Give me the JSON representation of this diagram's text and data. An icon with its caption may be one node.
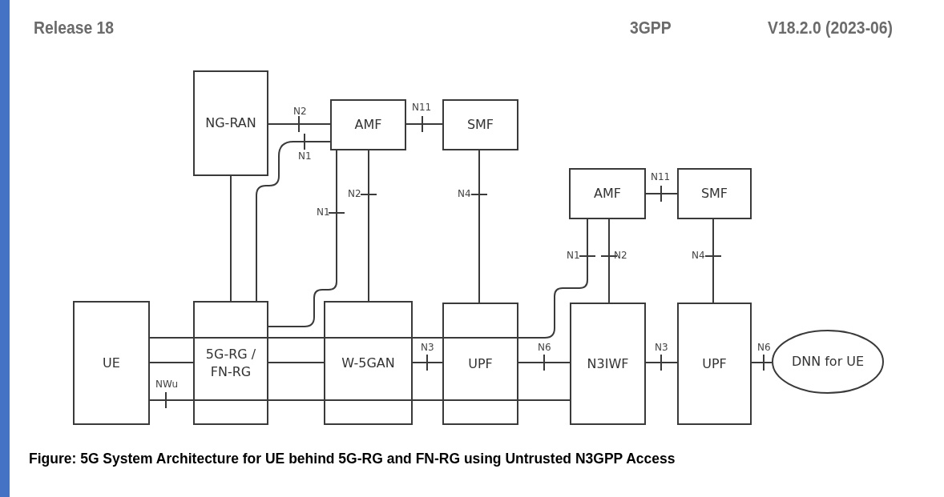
{
  "diagram": {
    "caption": "Figure: 5G System Architecture for UE behind 5G-RG and FN-RG using Untrusted N3GPP Access",
    "nodes": [
      {
        "text": [
          "NG-RAN"
        ]
      },
      {
        "text": [
          "AMF"
        ]
      },
      {
        "text": [
          "SMF"
        ]
      },
      {
        "text": [
          "AMF"
        ]
      },
      {
        "text": [
          "SMF"
        ]
      },
      {
        "text": [
          "UE"
        ]
      },
      {
        "text": [
          "5G-RG / FN-RG"
        ]
      },
      {
        "text": [
          "W-5GAN"
        ]
      },
      {
        "text": [
          "UPF"
        ]
      },
      {
        "text": [
          "N3IWF"
        ]
      },
      {
        "text": [
          "UPF"
        ]
      },
      {
        "text": [
          "DNN for UE"
        ]
      }
    ],
    "edges": [
      {
        "from": 0,
        "to": 1,
        "arrow": "none",
        "label": "N2"
      },
      {
        "from": 6,
        "to": 1,
        "arrow": "none",
        "label": "N1"
      },
      {
        "from": 1,
        "to": 2,
        "arrow": "none",
        "label": "N11"
      },
      {
        "from": 0,
        "to": 6,
        "arrow": "none"
      },
      {
        "from": 6,
        "to": 1,
        "arrow": "none",
        "label": "N1"
      },
      {
        "from": 1,
        "to": 7,
        "arrow": "none",
        "label": "N2"
      },
      {
        "from": 2,
        "to": 8,
        "arrow": "none",
        "label": "N4"
      },
      {
        "from": 3,
        "to": 4,
        "arrow": "none",
        "label": "N11"
      },
      {
        "from": 5,
        "to": 6,
        "arrow": "none"
      },
      {
        "from": 3,
        "to": 9,
        "arrow": "none",
        "label": "N2"
      },
      {
        "from": 4,
        "to": 10,
        "arrow": "none",
        "label": "N4"
      },
      {
        "from": 5,
        "to": 6,
        "arrow": "none"
      },
      {
        "from": 6,
        "to": 7,
        "arrow": "none"
      },
      {
        "from": 7,
        "to": 8,
        "arrow": "none",
        "label": "N3"
      },
      {
        "from": 8,
        "to": 9,
        "arrow": "none",
        "label": "N6"
      },
      {
        "from": 9,
        "to": 10,
        "arrow": "none",
        "label": "N3"
      },
      {
        "from": 10,
        "to": 11,
        "arrow": "none",
        "label": "N6"
      },
      {
        "from": 5,
        "to": 6,
        "arrow": "none",
        "label": "NWu"
      },
      {
        "from": 6,
        "to": 7,
        "arrow": "none"
      },
      {
        "from": 7,
        "to": 8,
        "arrow": "none"
      },
      {
        "from": 8,
        "to": 3,
        "arrow": "none",
        "label": "N1"
      },
      {
        "from": 6,
        "to": 7,
        "arrow": "none"
      },
      {
        "from": 7,
        "to": 8,
        "arrow": "none"
      },
      {
        "from": 8,
        "to": 9,
        "arrow": "none"
      }
    ],
    "labels": [
      "Release 18",
      "3GPP",
      "V18.2.0 (2023-06)"
    ]
  }
}
